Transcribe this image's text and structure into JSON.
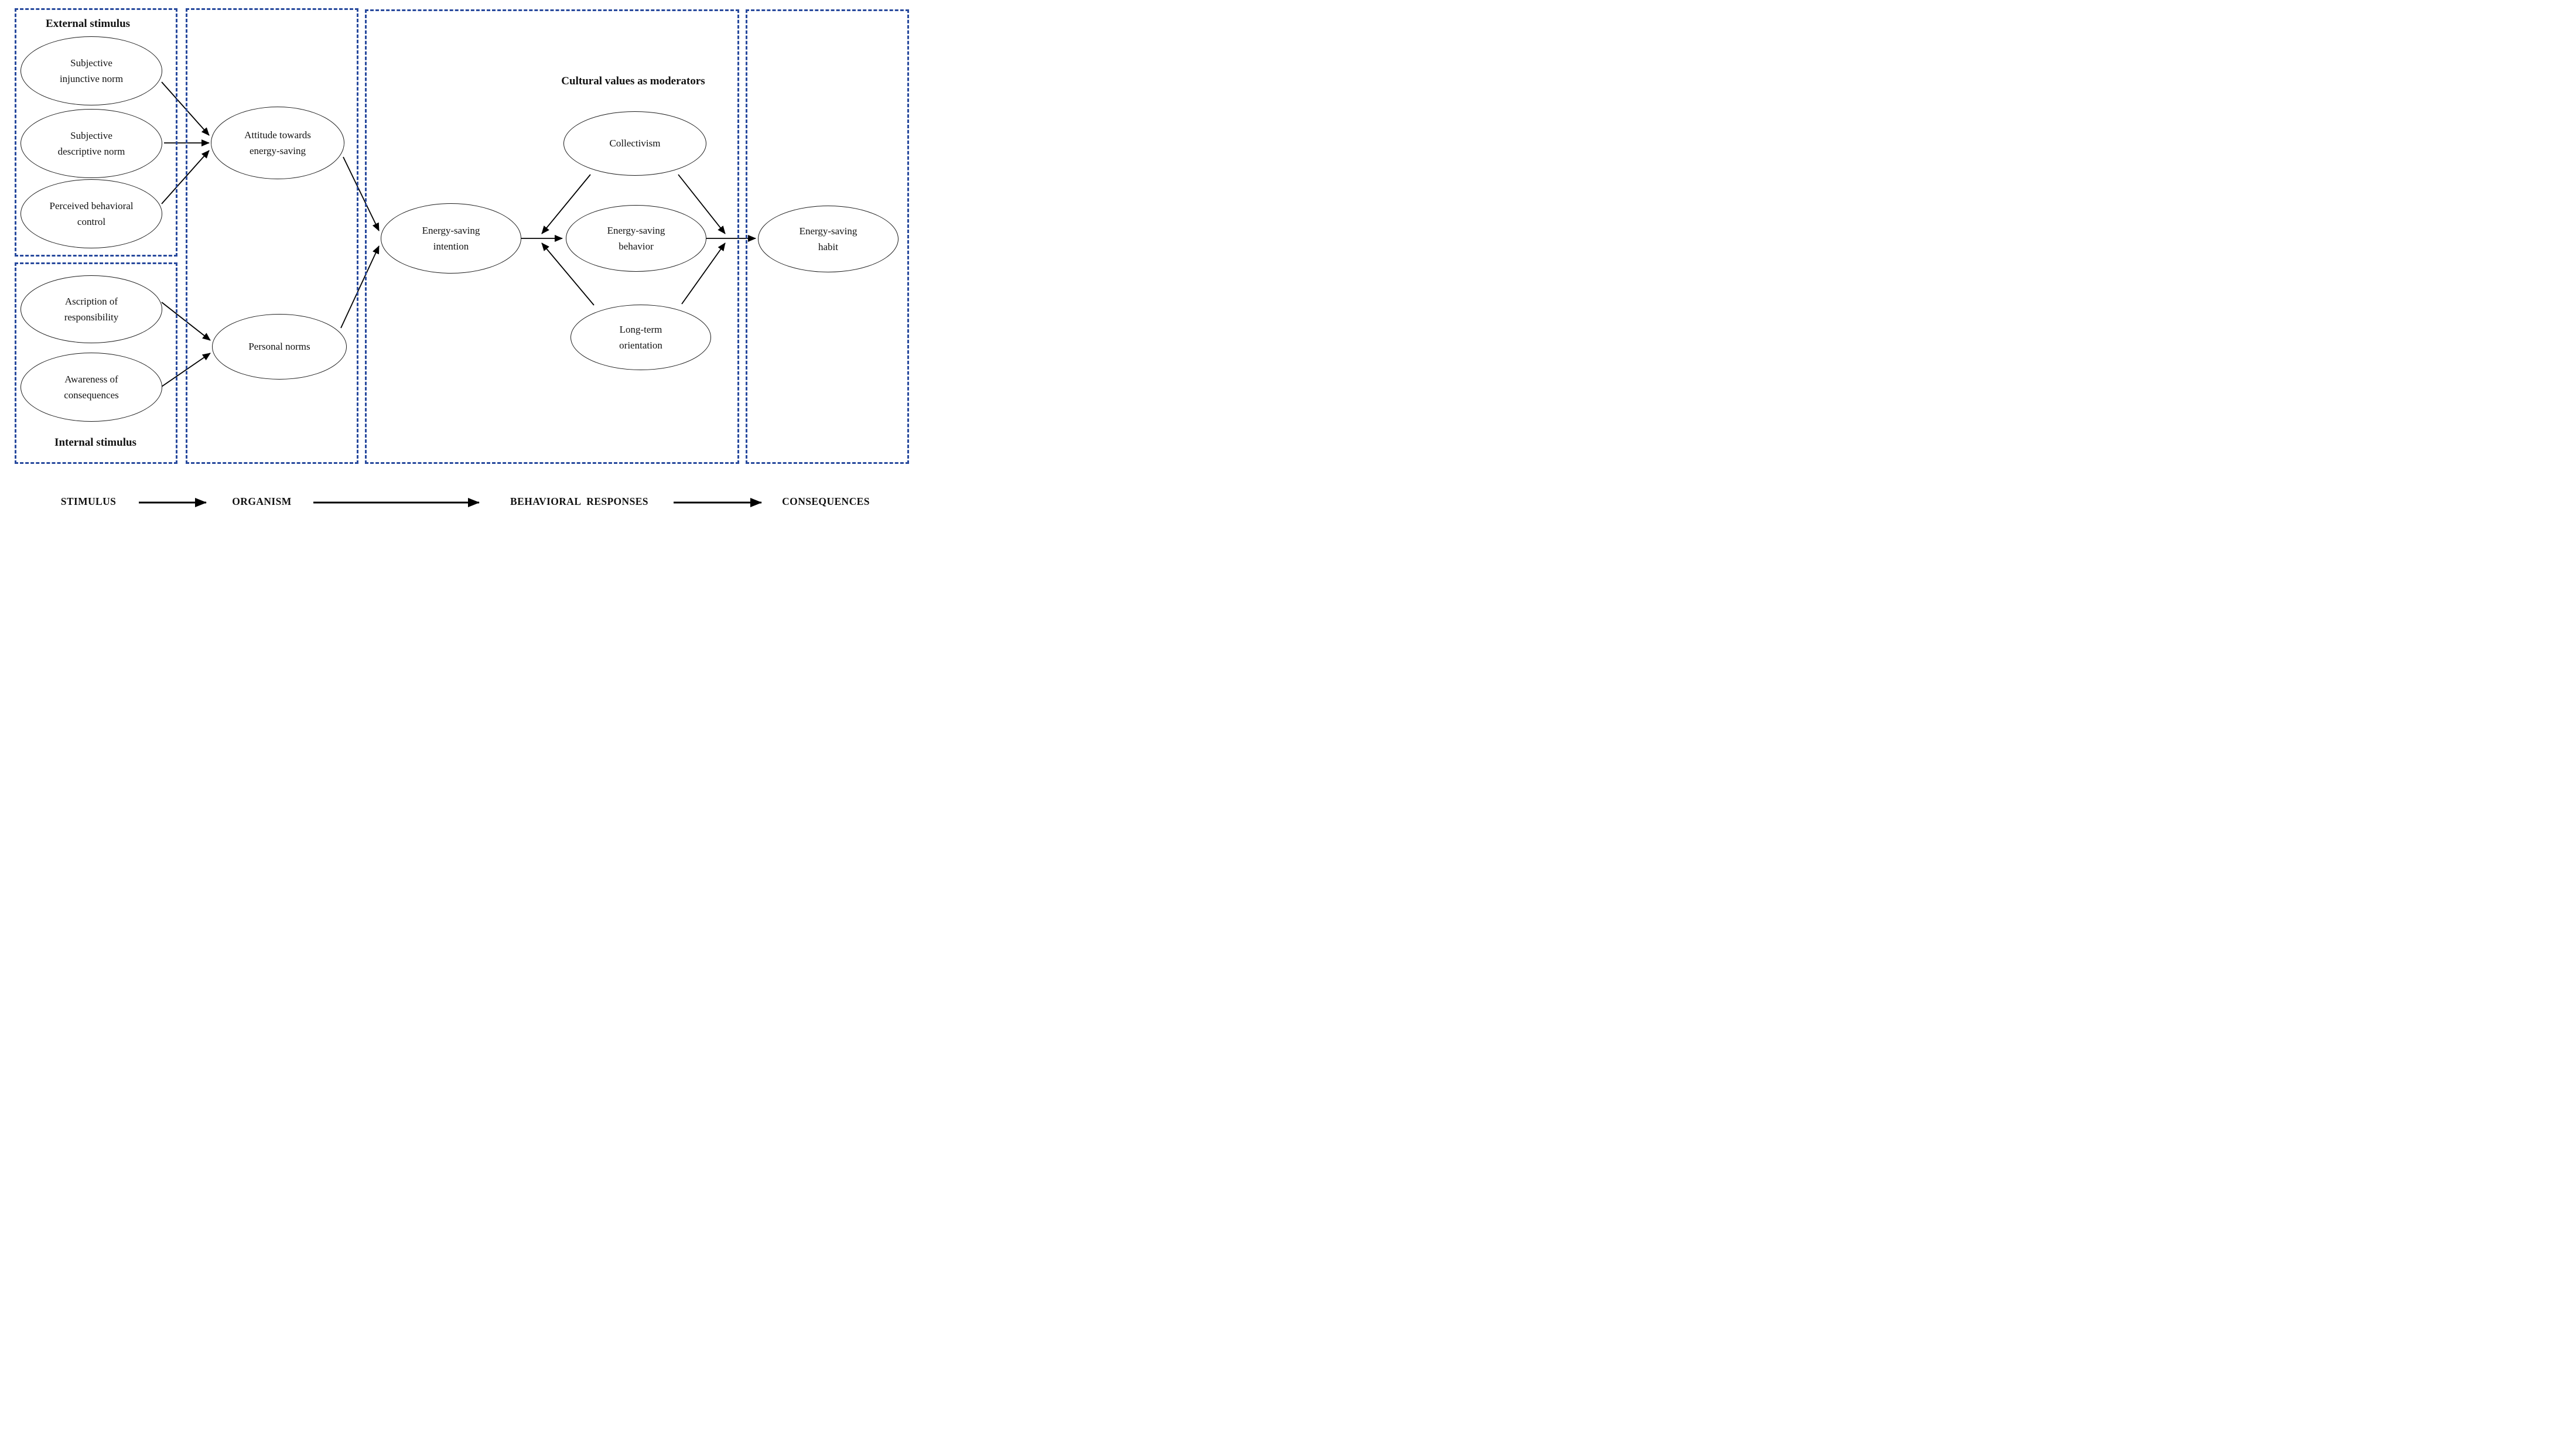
{
  "boxes": {
    "external": {
      "label": "External stimulus"
    },
    "internal": {
      "label": "Internal stimulus"
    },
    "moderators": {
      "label": "Cultural values as moderators"
    }
  },
  "nodes": {
    "injunctive": {
      "label": "Subjective injunctive norm"
    },
    "descriptive": {
      "label": "Subjective descriptive norm"
    },
    "pbc": {
      "label": "Perceived behavioral control"
    },
    "ascription": {
      "label": "Ascription of responsibility"
    },
    "awareness": {
      "label": "Awareness of consequences"
    },
    "attitude": {
      "label": "Attitude towards energy-saving"
    },
    "personal_norms": {
      "label": "Personal norms"
    },
    "intention": {
      "label": "Energy-saving intention"
    },
    "collectivism": {
      "label": "Collectivism"
    },
    "behavior": {
      "label": "Energy-saving behavior"
    },
    "long_term": {
      "label": "Long-term orientation"
    },
    "habit": {
      "label": "Energy-saving habit"
    }
  },
  "flow": {
    "stimulus": "STIMULUS",
    "organism": "ORGANISM",
    "behavioral_responses": "BEHAVIORAL RESPONSES",
    "consequences": "CONSEQUENCES"
  },
  "colors": {
    "box_border": "#27499d",
    "node_border": "#1c1c1c",
    "arrow": "#000000"
  }
}
